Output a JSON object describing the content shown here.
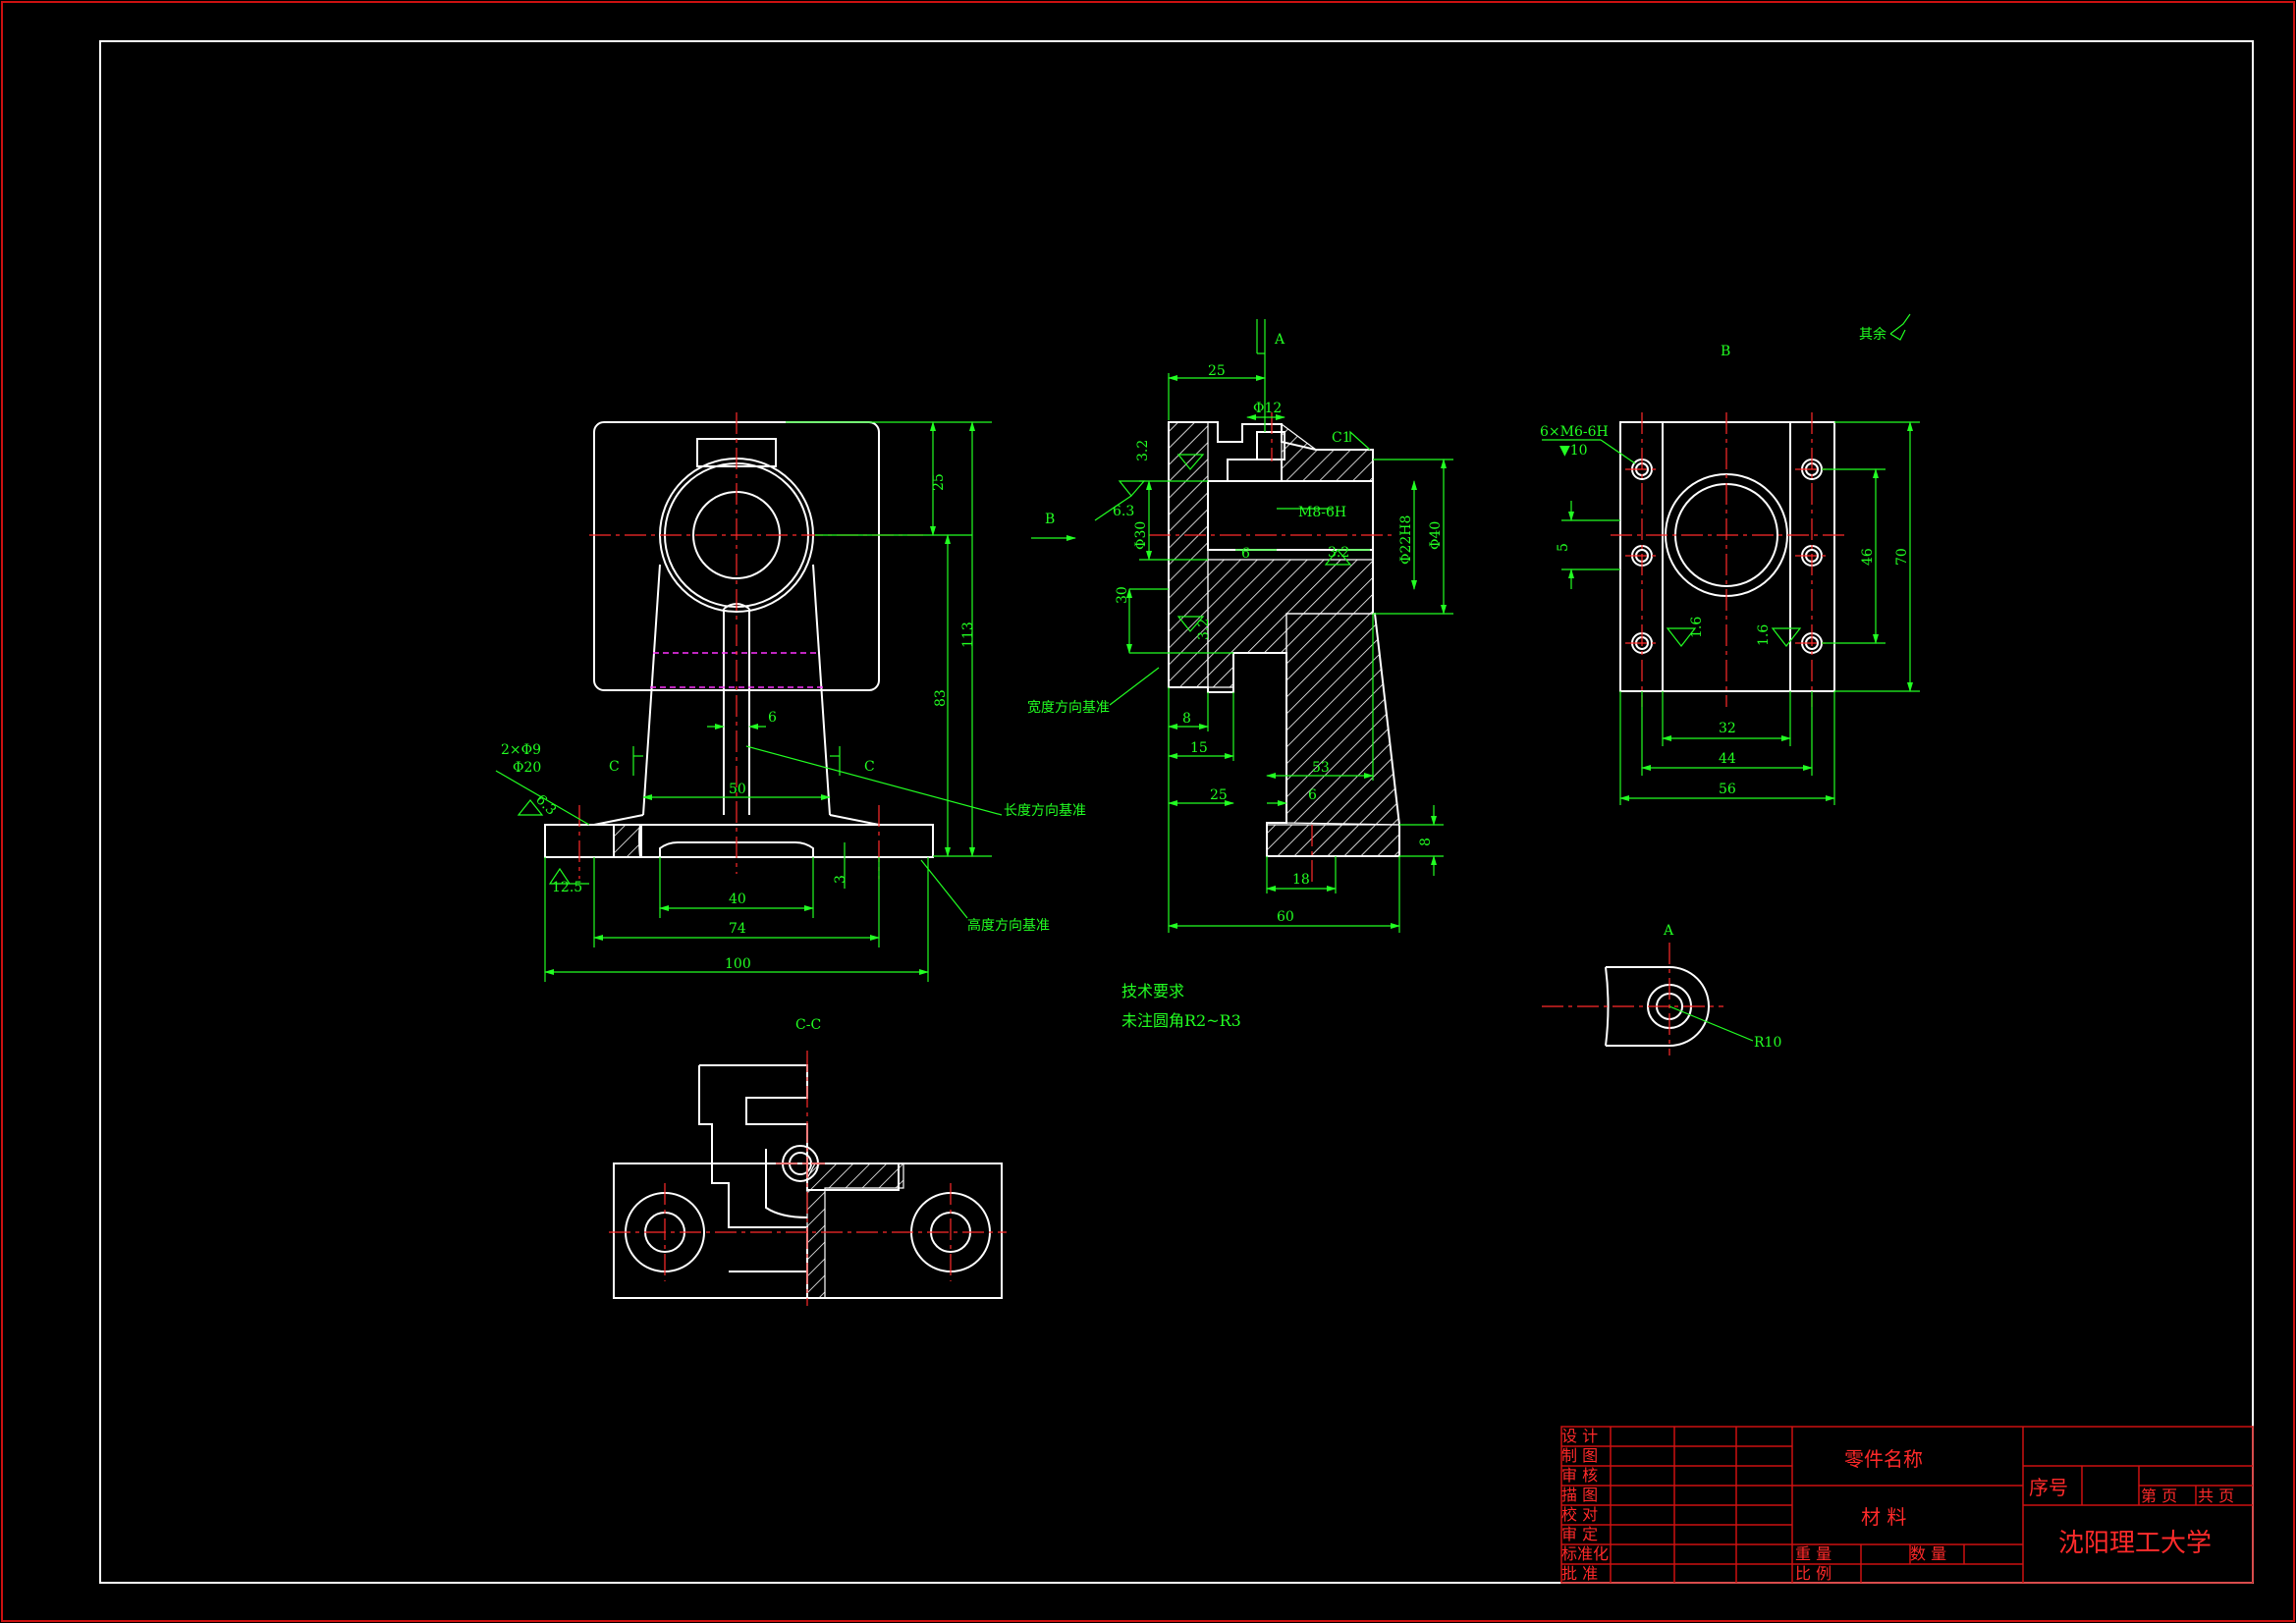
{
  "drawing": {
    "colors": {
      "background": "#000000",
      "outline": "#ffffff",
      "dimension": "#22ff22",
      "centerline": "#ff2a2a",
      "hidden_line": "#ff33ff",
      "border": "#cc1111"
    },
    "view_labels": {
      "section_cc": "C-C",
      "view_a": "A",
      "view_b": "B",
      "cut_c": "C",
      "arrow_a": "A",
      "arrow_b": "B",
      "surface_rest": "其余"
    },
    "front_view": {
      "dims": [
        "25",
        "113",
        "83",
        "6",
        "50",
        "40",
        "74",
        "100",
        "3",
        "12.5",
        "2×Φ9",
        "Φ20",
        "6.3"
      ],
      "notes": [
        "长度方向基准",
        "高度方向基准"
      ]
    },
    "side_view": {
      "dims": [
        "25",
        "Φ12",
        "3.2",
        "6.3",
        "Φ30",
        "30",
        "6",
        "M8-6H",
        "C1",
        "Φ22H8",
        "Φ40",
        "3.2",
        "3.2",
        "8",
        "15",
        "53",
        "25",
        "6",
        "18",
        "60",
        "8"
      ],
      "notes": [
        "宽度方向基准"
      ]
    },
    "top_view": {
      "dims": [
        "6×M6-6H",
        "▼10",
        "5",
        "46",
        "70",
        "1.6",
        "1.6",
        "32",
        "44",
        "56"
      ]
    },
    "detail_a": {
      "dims": [
        "R10"
      ]
    },
    "tech_requirements": {
      "title": "技术要求",
      "line1": "未注圆角R2~R3"
    },
    "title_block": {
      "roles": [
        "设 计",
        "制 图",
        "审 核",
        "描 图",
        "校 对",
        "审 定",
        "标准化",
        "批 准"
      ],
      "part_name": "零件名称",
      "material": "材 料",
      "weight": "重 量",
      "quantity": "数 量",
      "scale": "比 例",
      "serial": "序号",
      "sheet_no": "第 页",
      "sheet_total": "共 页",
      "school": "沈阳理工大学"
    }
  }
}
